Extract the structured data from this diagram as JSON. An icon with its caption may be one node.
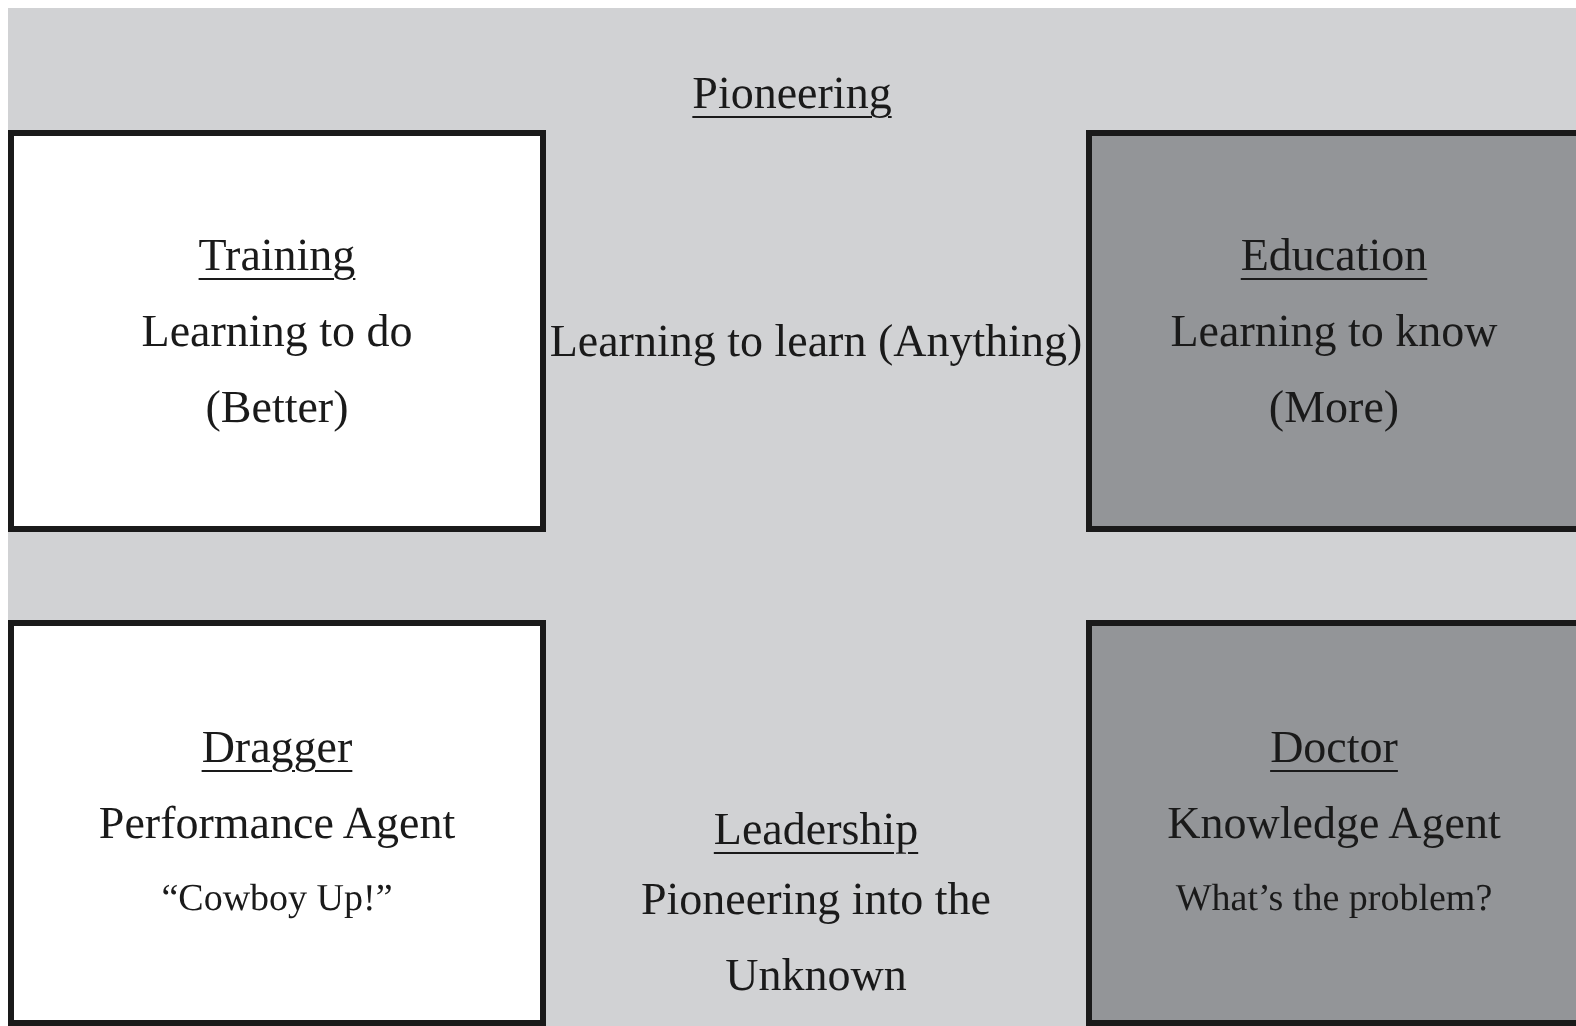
{
  "diagram": {
    "nodes": [
      {
        "text": [
          "Pioneering"
        ]
      },
      {
        "text": [
          "Training",
          "Learning to do",
          "(Better)"
        ],
        "in": 0
      },
      {
        "text": [
          "Education",
          "Learning to know",
          "(More)"
        ],
        "in": 0
      },
      {
        "text": [
          "Dragger",
          "Performance Agent",
          "“Cowboy Up!”"
        ],
        "in": 0
      },
      {
        "text": [
          "Doctor",
          "Knowledge Agent",
          "What’s the problem?"
        ],
        "in": 0
      }
    ],
    "labels": [
      "Learning to learn (Anything)",
      "Leadership",
      "Pioneering into the Unknown"
    ]
  }
}
